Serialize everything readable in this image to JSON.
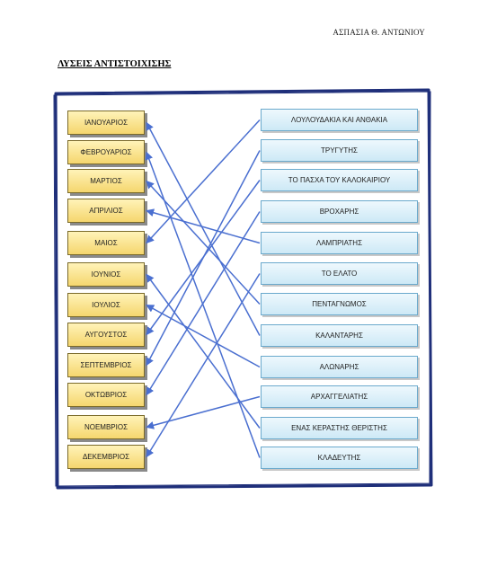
{
  "header": {
    "author": "ΑΣΠΑΣΙΑ Θ. ΑΝΤΩΝΙΟΥ",
    "title": "ΛΥΣΕΙΣ ΑΝΤΙΣΤΟΙΧΙΣΗΣ"
  },
  "months": [
    "ΙΑΝΟΥΑΡΙΟΣ",
    "ΦΕΒΡΟΥΑΡΙΟΣ",
    "ΜΑΡΤΙΟΣ",
    "ΑΠΡΙΛΙΟΣ",
    "ΜΑΙΟΣ",
    "ΙΟΥΝΙΟΣ",
    "ΙΟΥΛΙΟΣ",
    "ΑΥΓΟΥΣΤΟΣ",
    "ΣΕΠΤΕΜΒΡΙΟΣ",
    "ΟΚΤΩΒΡΙΟΣ",
    "ΝΟΕΜΒΡΙΟΣ",
    "ΔΕΚΕΜΒΡΙΟΣ"
  ],
  "phrases": [
    "ΛΟΥΛΟΥΔΑΚΙΑ ΚΑΙ ΑΝΘΑΚΙΑ",
    "ΤΡΥΓΥΤΗΣ",
    "ΤΟ ΠΑΣΧΑ ΤΟΥ ΚΑΛΟΚΑΙΡΙΟΥ",
    "ΒΡΟΧΑΡΗΣ",
    "ΛΑΜΠΡΙΑΤΗΣ",
    "ΤΟ ΕΛΑΤΟ",
    "ΠΕΝΤΑΓΝΩΜΟΣ",
    "ΚΑΛΑΝΤΑΡΗΣ",
    "ΑΛΩΝΑΡΗΣ",
    "ΑΡΧΑΓΓΕΛΙΑΤΗΣ",
    "ΕΝΑΣ ΚΕΡΑΣΤΗΣ ΘΕΡΙΣΤΗΣ",
    "ΚΛΑΔΕΥΤΗΣ"
  ],
  "matches": [
    {
      "month": 0,
      "phrase": 7
    },
    {
      "month": 1,
      "phrase": 11
    },
    {
      "month": 2,
      "phrase": 6
    },
    {
      "month": 3,
      "phrase": 4
    },
    {
      "month": 4,
      "phrase": 0
    },
    {
      "month": 5,
      "phrase": 10
    },
    {
      "month": 6,
      "phrase": 8
    },
    {
      "month": 7,
      "phrase": 2
    },
    {
      "month": 8,
      "phrase": 1
    },
    {
      "month": 9,
      "phrase": 3
    },
    {
      "month": 10,
      "phrase": 9
    },
    {
      "month": 11,
      "phrase": 5
    }
  ],
  "colors": {
    "frame": "#1f2f7a",
    "line": "#4a6fd0",
    "month_fill": "#f9e38a",
    "phrase_fill": "#dff1fa"
  }
}
